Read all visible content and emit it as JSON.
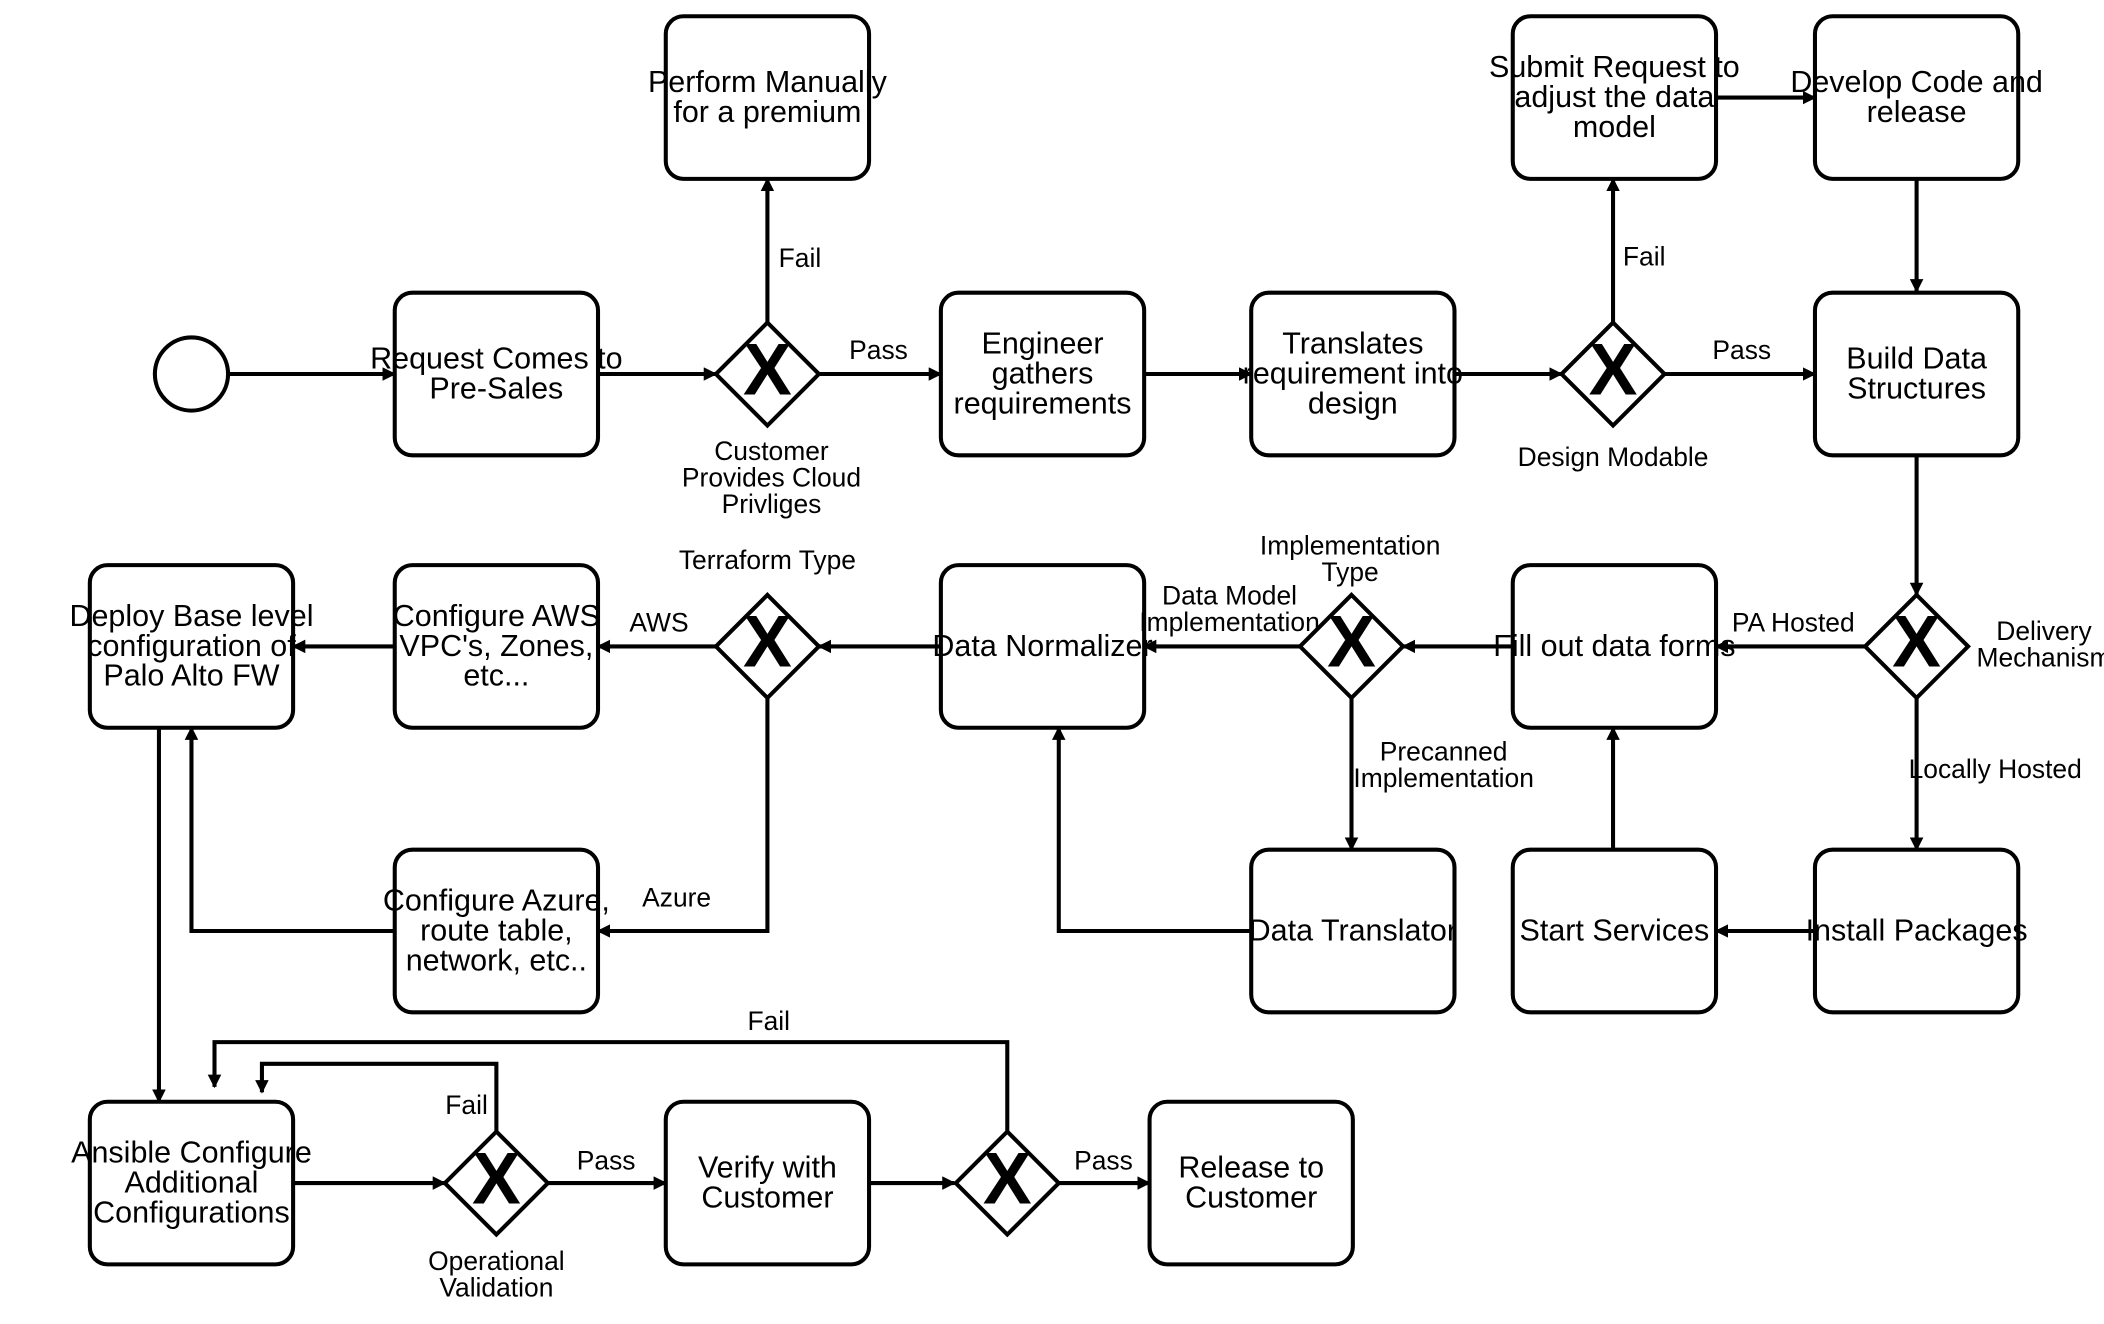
{
  "tasks": {
    "request_presales": [
      "Request Comes to",
      "Pre-Sales"
    ],
    "perform_manually": [
      "Perform Manually",
      "for a premium"
    ],
    "engineer_gathers": [
      "Engineer",
      "gathers",
      "requirements"
    ],
    "translates": [
      "Translates",
      "requirement into",
      "design"
    ],
    "submit_request": [
      "Submit Request to",
      "adjust the data",
      "model"
    ],
    "develop_code": [
      "Develop Code and",
      "release"
    ],
    "build_data": [
      "Build Data",
      "Structures"
    ],
    "fill_forms": [
      "Fill out data forms"
    ],
    "data_normalizer": [
      "Data Normalizer"
    ],
    "configure_aws": [
      "Configure AWS",
      "VPC's, Zones,",
      "etc..."
    ],
    "deploy_base": [
      "Deploy Base level",
      "configuration of",
      "Palo Alto FW"
    ],
    "configure_azure": [
      "Configure Azure,",
      "route table,",
      "network, etc.."
    ],
    "data_translator": [
      "Data Translator"
    ],
    "start_services": [
      "Start Services"
    ],
    "install_packages": [
      "Install Packages"
    ],
    "ansible": [
      "Ansible Configure",
      "Additional",
      "Configurations"
    ],
    "verify": [
      "Verify with",
      "Customer"
    ],
    "release": [
      "Release to",
      "Customer"
    ]
  },
  "gateways": {
    "cloud_priv": {
      "symbol": "X",
      "label": [
        "Customer",
        "Provides Cloud",
        "Privliges"
      ]
    },
    "design_mod": {
      "symbol": "X",
      "label": [
        "Design Modable"
      ]
    },
    "delivery": {
      "symbol": "X",
      "label": [
        "Delivery",
        "Mechanism"
      ]
    },
    "impl_type": {
      "symbol": "X",
      "label": [
        "Implementation",
        "Type"
      ]
    },
    "terraform": {
      "symbol": "X",
      "label": [
        "Terraform Type"
      ]
    },
    "op_valid": {
      "symbol": "X",
      "label": [
        "Operational",
        "Validation"
      ]
    },
    "verify_gw": {
      "symbol": "X",
      "label": []
    }
  },
  "edge_labels": {
    "fail_1": [
      "Fail"
    ],
    "pass_1": [
      "Pass"
    ],
    "fail_2": [
      "Fail"
    ],
    "pass_2": [
      "Pass"
    ],
    "pa_hosted": [
      "PA Hosted"
    ],
    "locally_hosted": [
      "Locally Hosted"
    ],
    "data_model_impl": [
      "Data Model",
      "Implementation"
    ],
    "precanned_impl": [
      "Precanned",
      "Implementation"
    ],
    "aws": [
      "AWS"
    ],
    "azure": [
      "Azure"
    ],
    "fail_op": [
      "Fail"
    ],
    "pass_op": [
      "Pass"
    ],
    "fail_verify": [
      "Fail"
    ],
    "pass_verify": [
      "Pass"
    ]
  }
}
